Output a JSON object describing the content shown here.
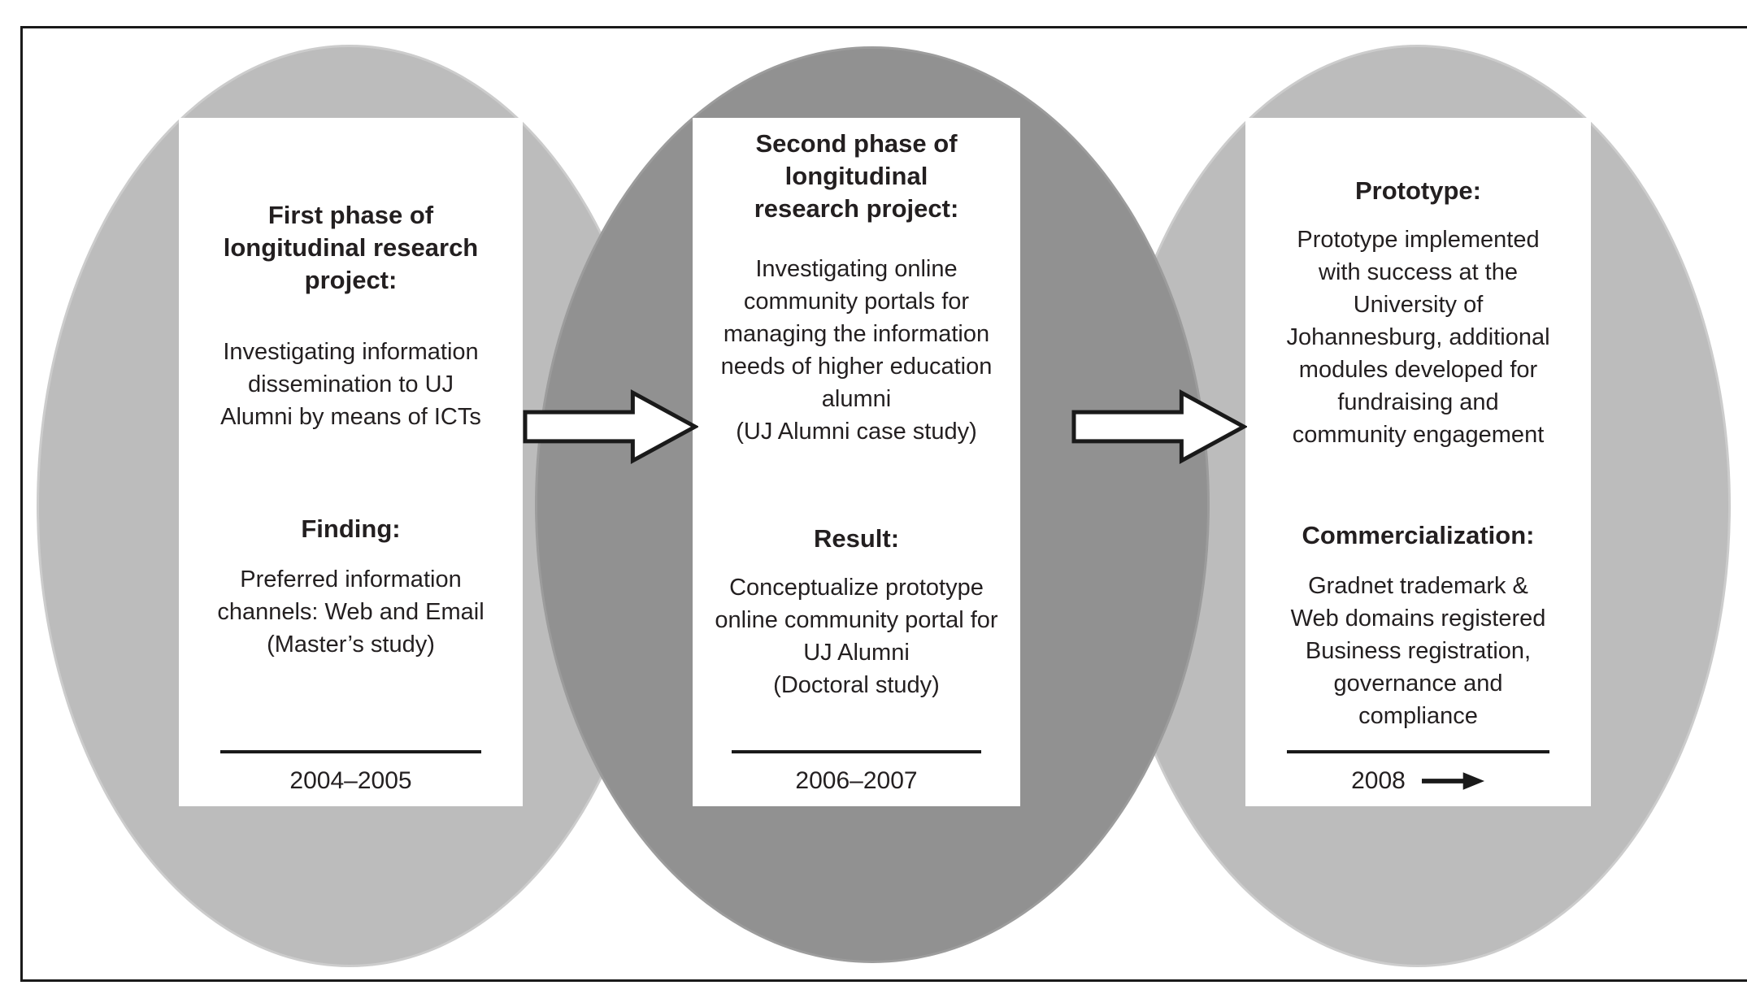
{
  "figure": {
    "kind": "research-project-timeline-diagram"
  },
  "colors": {
    "ellipse_light": "#bcbcbc",
    "ellipse_dark": "#919191",
    "card_bg": "#ffffff",
    "frame_border": "#1a1a1a",
    "text": "#231f20",
    "arrow_fill": "#ffffff",
    "arrow_stroke": "#1a1a1a"
  },
  "phases": [
    {
      "name": "phase-1",
      "heading": "First phase of\nlongitudinal research\nproject:",
      "description": "Investigating information\ndissemination to UJ\nAlumni by means of ICTs",
      "subheading": "Finding:",
      "subtext": "Preferred information\nchannels: Web and Email\n(Master’s study)",
      "period": "2004–2005"
    },
    {
      "name": "phase-2",
      "heading": "Second phase of\nlongitudinal\nresearch project:",
      "description": "Investigating online\ncommunity portals for\nmanaging the information\nneeds of higher education\nalumni\n(UJ Alumni case study)",
      "subheading": "Result:",
      "subtext": "Conceptualize prototype\nonline community portal for\nUJ Alumni\n(Doctoral study)",
      "period": "2006–2007"
    },
    {
      "name": "phase-3",
      "heading": "Prototype:",
      "description": "Prototype implemented\nwith success at the\nUniversity of\nJohannesburg, additional\nmodules developed for\nfundraising and\ncommunity engagement",
      "subheading": "Commercialization:",
      "subtext": "Gradnet trademark &\nWeb domains registered\nBusiness registration,\ngovernance and\ncompliance",
      "period": "2008"
    }
  ]
}
